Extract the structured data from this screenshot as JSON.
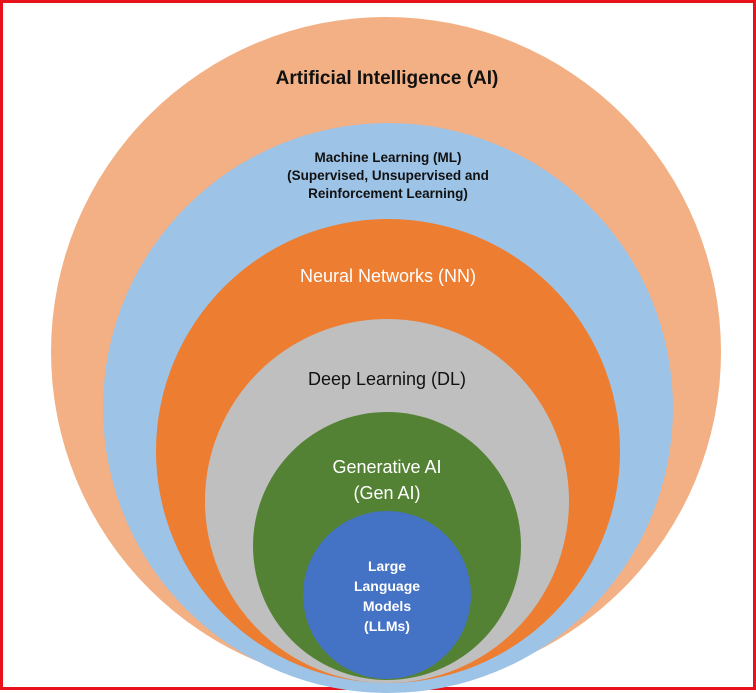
{
  "diagram": {
    "type": "nested-circles",
    "colors": {
      "frame": "#e8121b",
      "ai": "#f2b084",
      "ml": "#9dc3e6",
      "nn": "#ed7d31",
      "dl": "#bfbfbf",
      "gen_ai": "#548235",
      "llm": "#4472c4"
    },
    "circles": [
      {
        "id": "ai",
        "lines": [
          "Artificial Intelligence (AI)"
        ]
      },
      {
        "id": "ml",
        "lines": [
          "Machine Learning (ML)",
          "(Supervised, Unsupervised and",
          "Reinforcement Learning)"
        ]
      },
      {
        "id": "nn",
        "lines": [
          "Neural Networks (NN)"
        ]
      },
      {
        "id": "dl",
        "lines": [
          "Deep Learning (DL)"
        ]
      },
      {
        "id": "gen_ai",
        "lines": [
          "Generative AI",
          "(Gen AI)"
        ]
      },
      {
        "id": "llm",
        "lines": [
          "Large",
          "Language",
          "Models",
          "(LLMs)"
        ]
      }
    ]
  }
}
